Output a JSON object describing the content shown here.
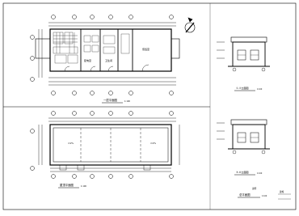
{
  "sheet": {
    "title_block": {
      "title": "总平面图",
      "scale": "1:100",
      "note": "说明",
      "sheet_code": "建施"
    }
  },
  "plans": [
    {
      "title": "一层平面图",
      "scale": "1:100"
    },
    {
      "title": "屋顶平面图",
      "scale": "1:100"
    }
  ],
  "elevations": [
    {
      "title": "①-④立面图",
      "scale": "1:100"
    },
    {
      "title": "⑤-⑧立面图",
      "scale": "1:100"
    }
  ],
  "rooms": [
    {
      "label": "值班室"
    },
    {
      "label": "配电室"
    },
    {
      "label": "卫生间"
    }
  ],
  "roof": {
    "slope_label": "i=2%",
    "drain_label": "i=2%"
  },
  "colors": {
    "line": "#000000",
    "background": "#ffffff"
  }
}
